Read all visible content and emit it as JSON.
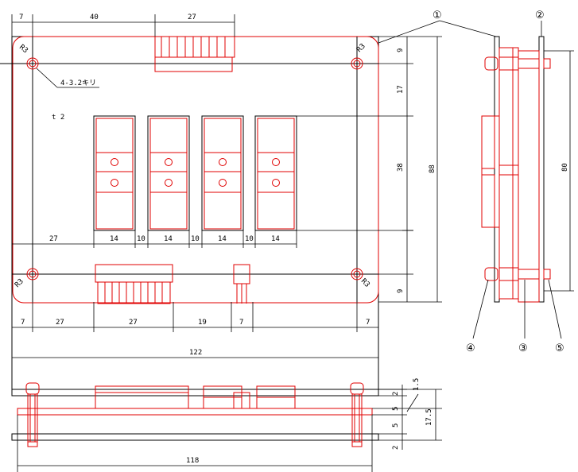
{
  "dims_top": {
    "a": "7",
    "b": "40",
    "c": "27"
  },
  "dims_row": {
    "a": "27",
    "b": "14",
    "c": "10",
    "d": "14",
    "e": "10",
    "f": "14",
    "g": "10",
    "h": "14"
  },
  "dims_bottom": {
    "a": "7",
    "b": "27",
    "c": "27",
    "d": "19",
    "e": "7",
    "f": "7"
  },
  "dims_right": {
    "a": "9",
    "b": "17",
    "c": "38",
    "d": "88",
    "e": "9"
  },
  "dim_total_width": "122",
  "dim_side_height": "80",
  "dims_section": {
    "a": "1.5",
    "b": "2",
    "c": "5",
    "d": "5",
    "e": "2",
    "f": "17.5",
    "g": "118"
  },
  "radius_labels": {
    "tl": "R3",
    "tr": "R3",
    "bl": "R3",
    "br": "R3"
  },
  "hole_note": "4-3.2キリ",
  "thickness_note": "t 2",
  "callouts": {
    "c1": "①",
    "c2": "②",
    "c3": "③",
    "c4": "④",
    "c5": "⑤"
  }
}
